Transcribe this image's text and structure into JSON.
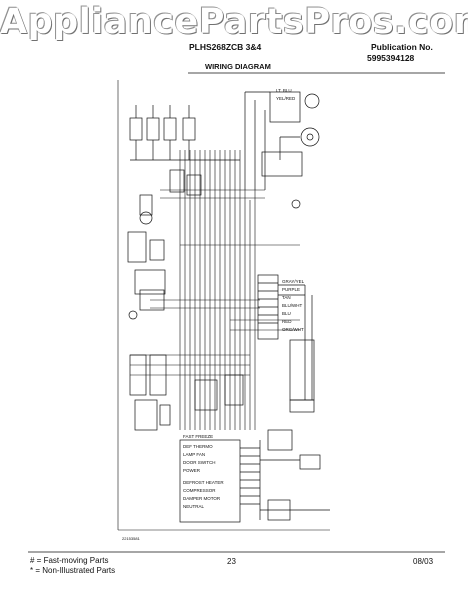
{
  "watermark": "AppliancePartsPros.com",
  "header": {
    "model": "PLHS268ZCB 3&4",
    "publication_label": "Publication No.",
    "publication_number": "5995394128",
    "diagram_title": "WIRING DIAGRAM"
  },
  "diagram_labels": {
    "fast_freeze": "FAST FREEZE",
    "def_thermo": "DEF THERMO",
    "lamp_fan": "LAMP FAN",
    "door_switch": "DOOR SWITCH",
    "power": "POWER",
    "defrost_heater": "DEFROST HEATER",
    "compressor": "COMPRESSOR",
    "damper_motor": "DAMPER MOTOR",
    "neutral": "NEUTRAL",
    "gray_yel": "GRAY/YEL",
    "purple": "PURPLE",
    "tan": "TAN",
    "blu_wht": "BLU/WHT",
    "blu": "BLU",
    "red": "RED",
    "org_wht": "ORG/WHT",
    "lt_blu": "LT. BLU",
    "yel_red": "YEL/RED",
    "side_code": "22153581"
  },
  "footer": {
    "legend_fast": "# = Fast-moving Parts",
    "legend_non": "* = Non-Illustrated Parts",
    "page_number": "23",
    "date": "08/03"
  }
}
